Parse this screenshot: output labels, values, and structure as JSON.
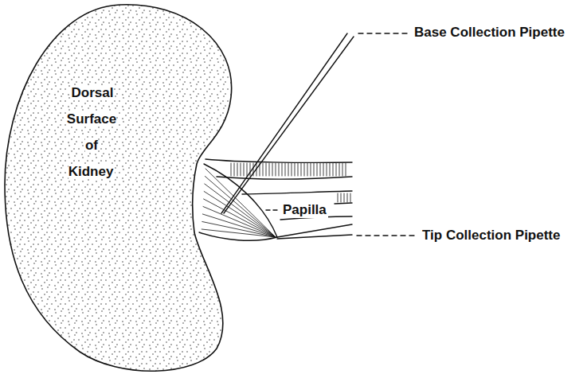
{
  "diagram": {
    "nodes": [
      {
        "text": [
          "Dorsal Surface of Kidney"
        ]
      }
    ],
    "labels": [
      "Base Collection Pipette",
      "Papilla",
      "Tip Collection Pipette"
    ]
  }
}
